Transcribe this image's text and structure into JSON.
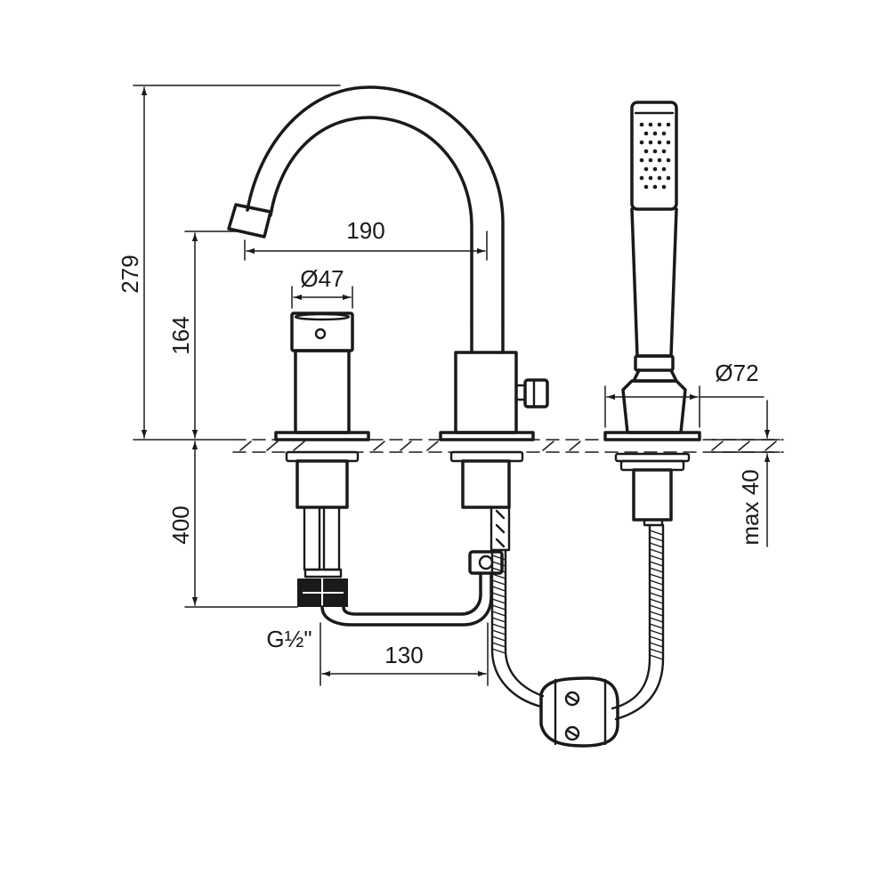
{
  "dimensions": {
    "total_height": "279",
    "spout_height": "164",
    "spout_reach": "190",
    "mixer_diameter": "Ø47",
    "handshower_base_diameter": "Ø72",
    "hose_length": "400",
    "deck_thickness": "max 40",
    "connection_spacing": "130",
    "thread": "G½\""
  },
  "colors": {
    "line": "#1a1a1a",
    "background": "#ffffff"
  }
}
